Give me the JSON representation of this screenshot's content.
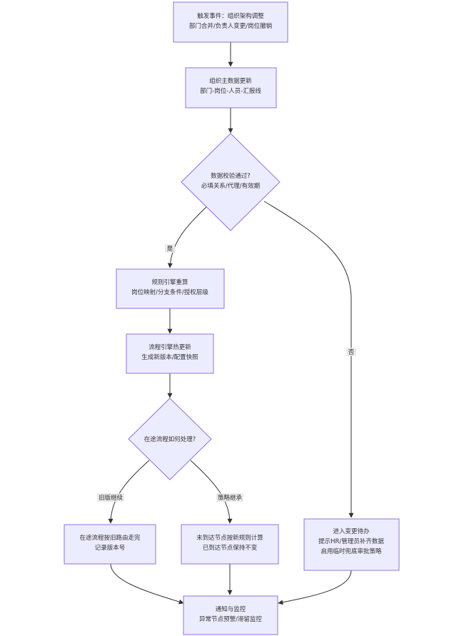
{
  "nodes": {
    "trigger": {
      "line1": "触发事件：组织架构调整",
      "line2": "部门合并/负责人变更/岗位撤销"
    },
    "master_data": {
      "line1": "组织主数据更新",
      "line2": "部门-岗位-人员-汇报线"
    },
    "validate": {
      "line1": "数据校验通过?",
      "line2": "必填关系/代理/有效期"
    },
    "rule_engine": {
      "line1": "规则引擎重算",
      "line2": "岗位映射/分支条件/授权层级"
    },
    "flow_engine": {
      "line1": "流程引擎热更新",
      "line2": "生成新版本/配置快照"
    },
    "inflight": {
      "line1": "在途流程如何处理?"
    },
    "old_route": {
      "line1": "在途流程按旧路由走完",
      "line2": "记录版本号"
    },
    "new_rules": {
      "line1": "未到达节点按新规则计算",
      "line2": "已到达节点保持不变"
    },
    "pending": {
      "line1": "进入变更待办",
      "line2": "提示HR/管理员补齐数据",
      "line3": "启用临时兜底审批策略"
    },
    "notify": {
      "line1": "通知与监控",
      "line2": "异常节点预警/滞留监控"
    }
  },
  "edges": {
    "yes": "是",
    "no": "否",
    "old_version": "旧版继续",
    "strategy": "策略继承"
  }
}
